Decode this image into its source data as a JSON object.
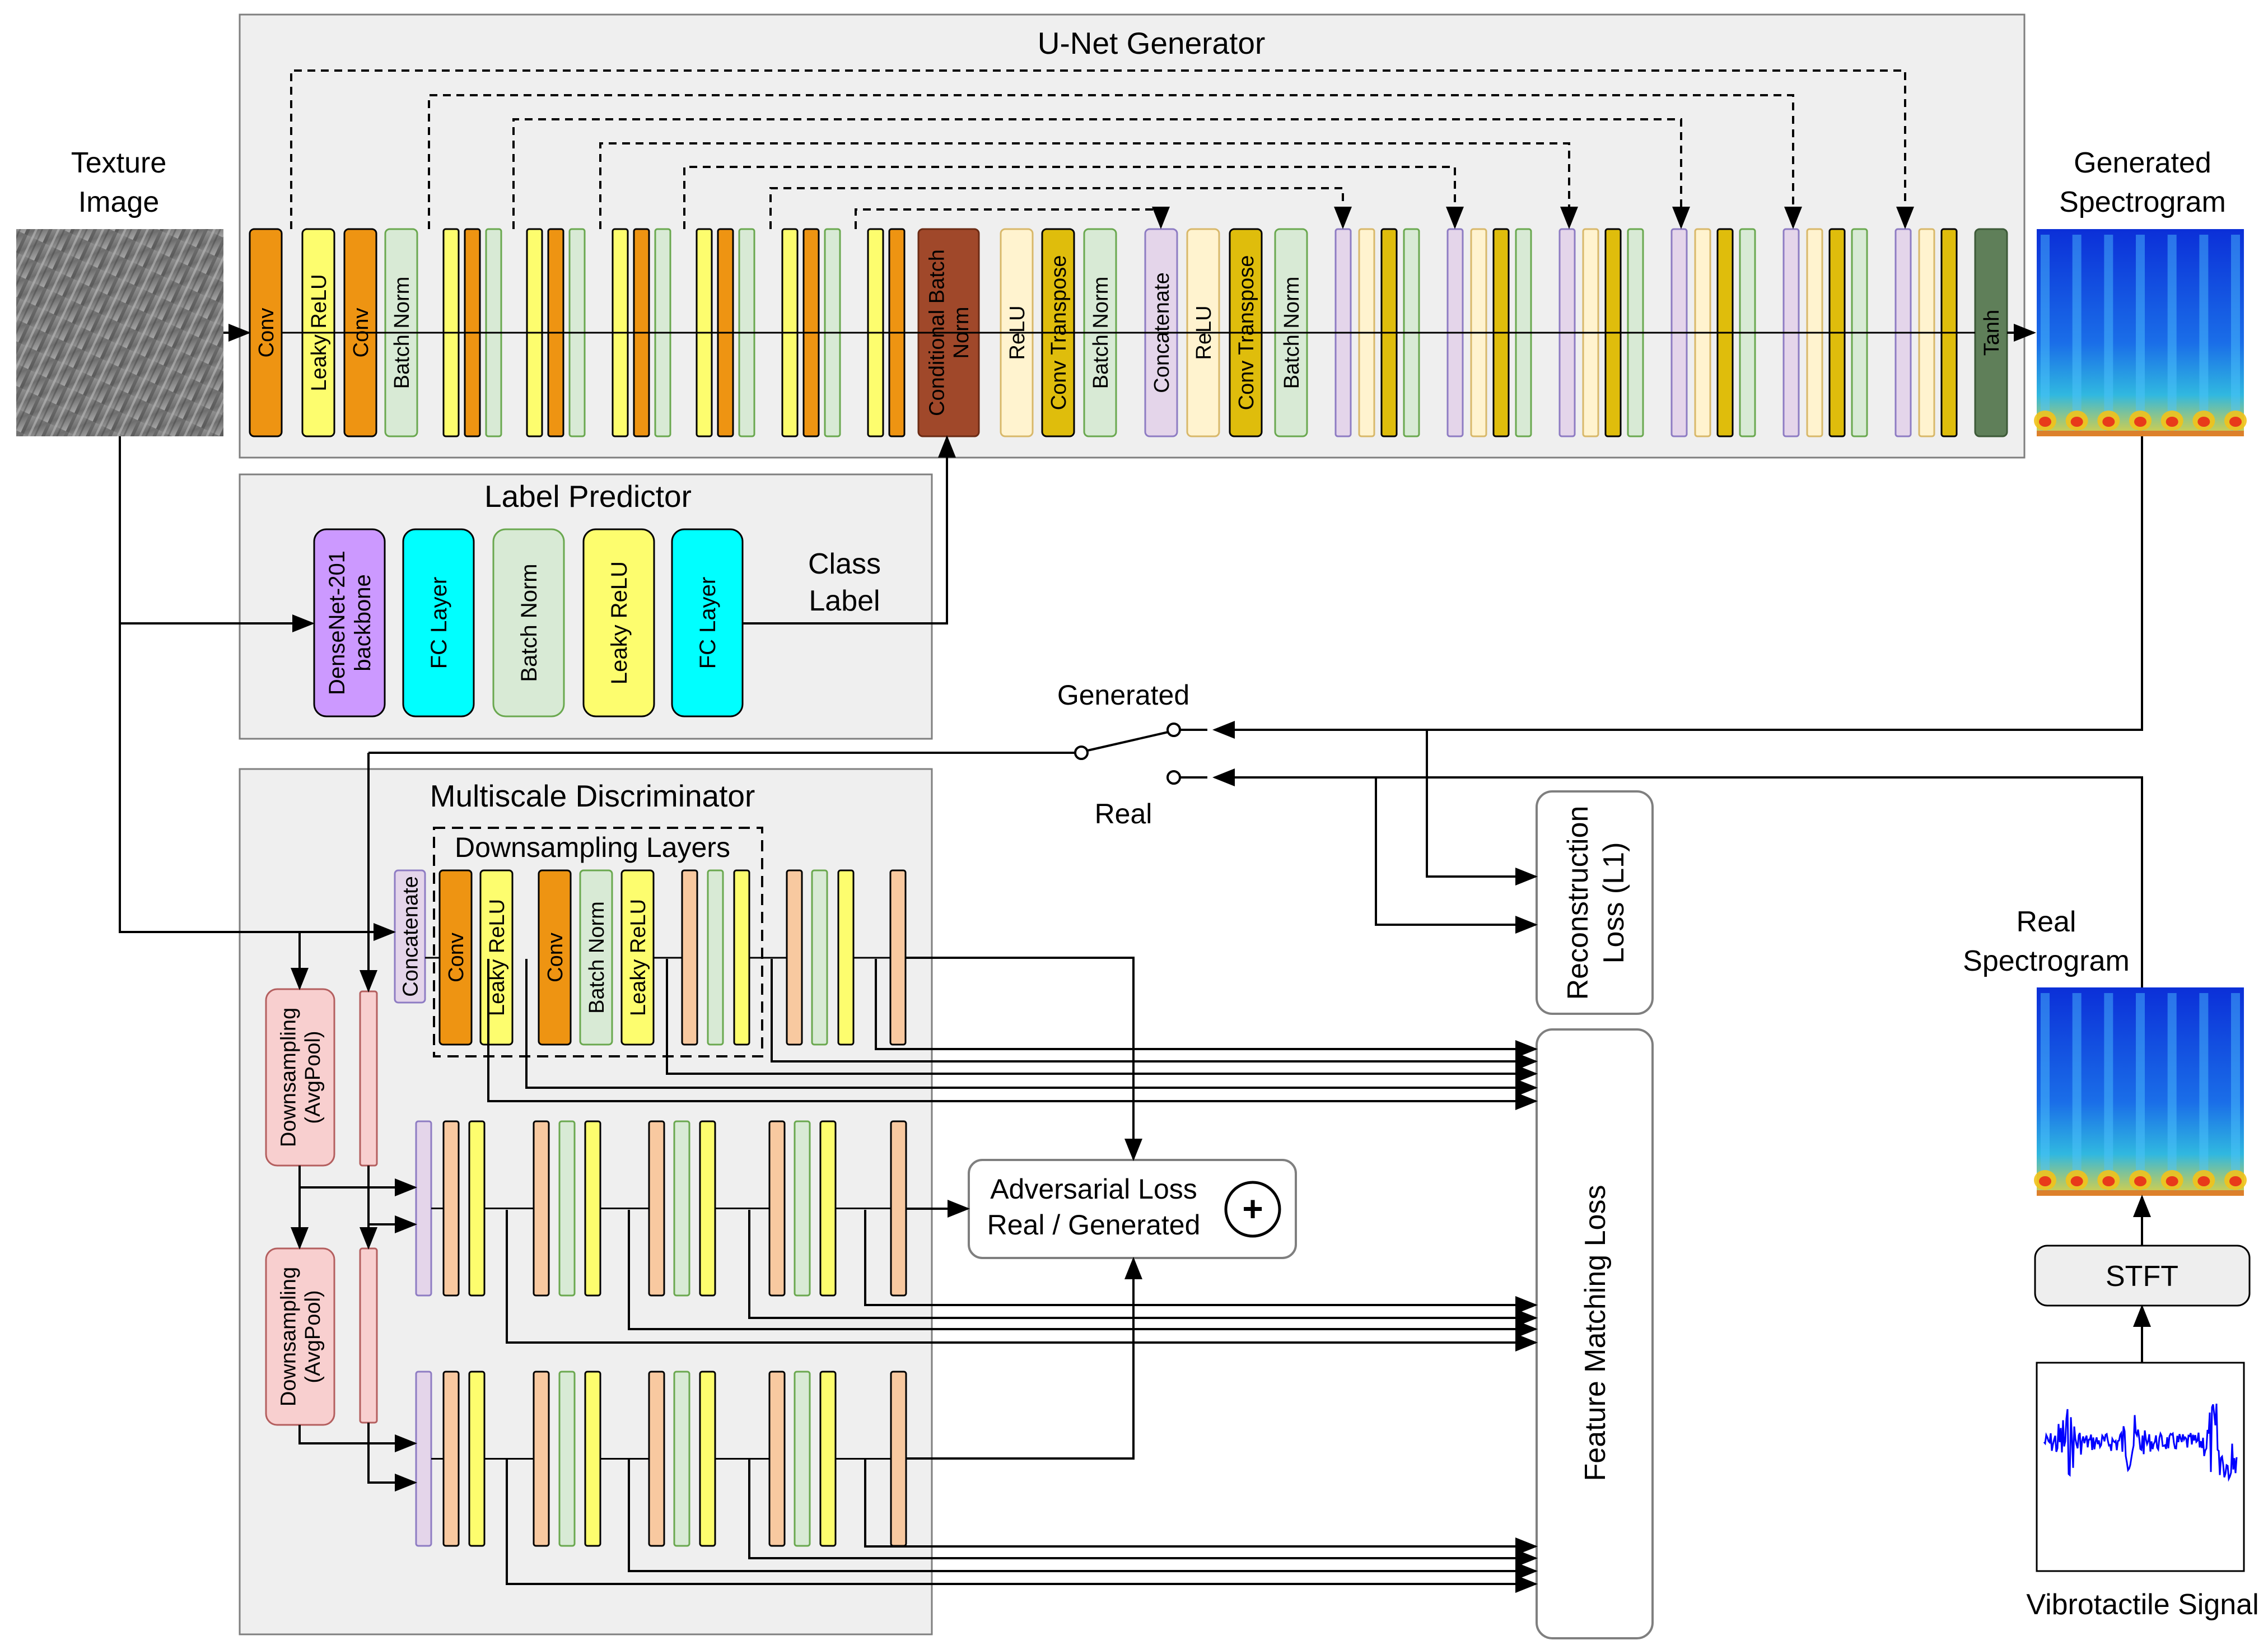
{
  "colors": {
    "panel_fill": "#efefef",
    "panel_stroke": "#7f7f7f",
    "conv": "#ee9412",
    "leaky_relu": "#fdfd6e",
    "batch_norm": "#d8ead5",
    "cond_batch_norm": "#a0482a",
    "relu": "#fff3cf",
    "conv_transpose": "#dfbd0c",
    "concatenate": "#e4d5ea",
    "tanh": "#5f7f59",
    "densenet": "#cc99ff",
    "fc_layer": "#00ffff",
    "downsampling": "#f8cfcf",
    "disc_conv": "#f8c9a0",
    "stft_fill": "#eeeeee",
    "signal": "#0000ff",
    "spec_blue": "#0a2cd0",
    "spec_red": "#e83a1a"
  },
  "inputs": {
    "texture_image": "Texture\nImage"
  },
  "outputs": {
    "generated_spectrogram": "Generated\nSpectrogram",
    "real_spectrogram": "Real\nSpectrogram"
  },
  "generator": {
    "title": "U-Net Generator",
    "labels": {
      "conv": "Conv",
      "leaky_relu": "Leaky ReLU",
      "batch_norm": "Batch Norm",
      "cond_batch_norm": "Conditional Batch\nNorm",
      "relu": "ReLU",
      "conv_transpose": "Conv Transpose",
      "concatenate": "Concatenate",
      "tanh": "Tanh"
    }
  },
  "label_predictor": {
    "title": "Label Predictor",
    "blocks": [
      "DenseNet-201\nbackbone",
      "FC Layer",
      "Batch Norm",
      "Leaky ReLU",
      "FC Layer"
    ],
    "class_label": "Class\nLabel"
  },
  "discriminator": {
    "title": "Multiscale Discriminator",
    "downsampling_layers_title": "Downsampling Layers",
    "labels": {
      "concatenate": "Concatenate",
      "conv": "Conv",
      "leaky_relu": "Leaky ReLU",
      "batch_norm": "Batch Norm",
      "downsampling": "Downsampling\n(AvgPool)"
    }
  },
  "switch": {
    "generated": "Generated",
    "real": "Real"
  },
  "losses": {
    "reconstruction": "Reconstruction\nLoss (L1)",
    "feature_matching": "Feature Matching Loss",
    "adversarial": "Adversarial Loss\nReal / Generated",
    "plus_symbol": "+"
  },
  "stft": "STFT",
  "vibrotactile_signal": "Vibrotactile Signal"
}
